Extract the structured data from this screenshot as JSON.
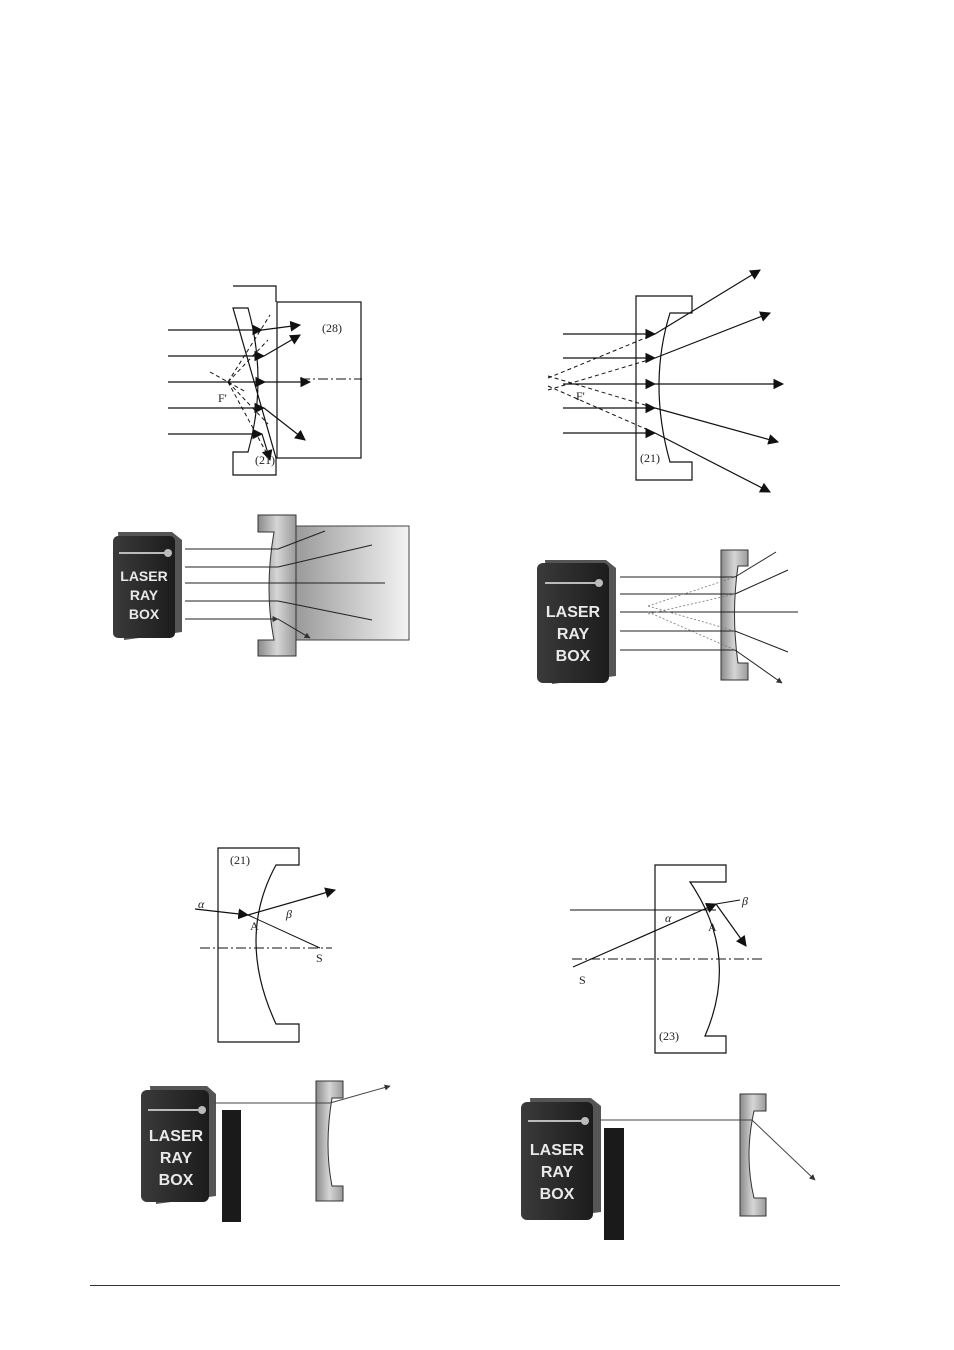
{
  "labels": {
    "f_prime": "F'",
    "lens_21": "(21)",
    "screen_28": "(28)",
    "lens_23": "(23)",
    "point_a": "A",
    "point_s": "S",
    "alpha": "α",
    "beta": "β"
  },
  "laser_box": {
    "line1": "LASER",
    "line2": "RAY",
    "line3": "BOX"
  },
  "colors": {
    "ink": "#111111",
    "box_dark": "#262626",
    "box_edge": "#555555",
    "lens_light": "#e2e2e2",
    "lens_dark": "#8a8a8a"
  }
}
